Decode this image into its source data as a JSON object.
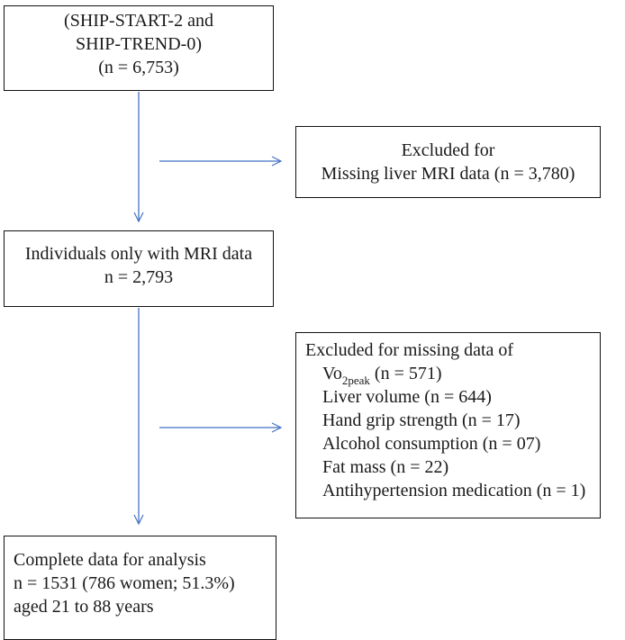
{
  "flowchart": {
    "source": {
      "line1": "(SHIP-START-2 and",
      "line2": "SHIP-TREND-0)",
      "line3": "(n = 6,753)"
    },
    "exclusion1": {
      "line1": "Excluded for",
      "line2": "Missing liver MRI data (n = 3,780)"
    },
    "mri": {
      "line1": "Individuals only with MRI data",
      "line2": "n = 2,793"
    },
    "exclusion2": {
      "title": "Excluded for missing data of",
      "vo2_base": "Vo",
      "vo2_sub": "2peak",
      "vo2_count": " (n = 571)",
      "item_liver_volume": "Liver volume (n = 644)",
      "item_hand_grip": "Hand grip strength (n = 17)",
      "item_alcohol": "Alcohol consumption (n = 07)",
      "item_fat_mass": "Fat mass (n = 22)",
      "item_antihypertension": "Antihypertension medication (n = 1)"
    },
    "final": {
      "line1": "Complete data for analysis",
      "line2": "n = 1531 (786 women; 51.3%)",
      "line3": "aged 21 to 88 years"
    }
  },
  "colors": {
    "arrow": "#4472c4",
    "border": "#111111",
    "text": "#1a1a1a"
  }
}
